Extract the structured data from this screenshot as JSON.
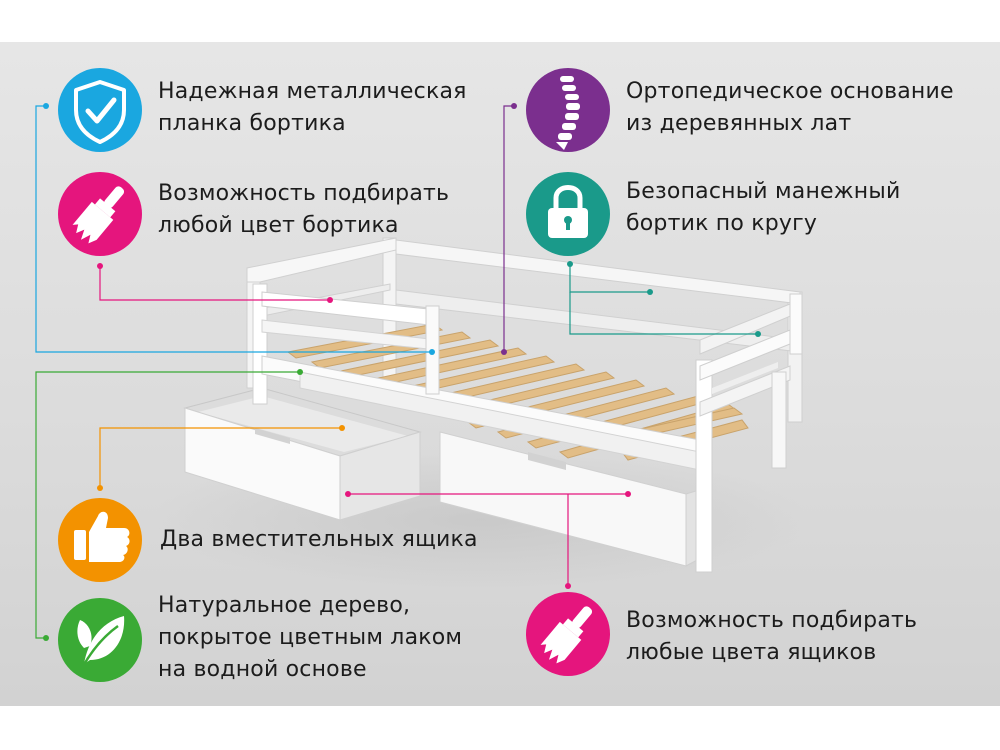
{
  "features": {
    "rail": {
      "lines": [
        "Надежная металлическая",
        "планка бортика"
      ],
      "icon": "shield-check-icon",
      "color": "#1aa7e0"
    },
    "rail_color": {
      "lines": [
        "Возможность подбирать",
        "любой цвет бортика"
      ],
      "icon": "paint-brush-icon",
      "color": "#e5157d"
    },
    "orthopedic": {
      "lines": [
        "Ортопедическое основание",
        "из деревянных лат"
      ],
      "icon": "spine-icon",
      "color": "#7b2f8e"
    },
    "safety": {
      "lines": [
        "Безопасный манежный",
        "бортик по кругу"
      ],
      "icon": "padlock-icon",
      "color": "#1a9a8a"
    },
    "drawers": {
      "lines": [
        "Два вместительных ящика"
      ],
      "icon": "thumbs-up-icon",
      "color": "#f39200"
    },
    "wood": {
      "lines": [
        "Натуральное дерево,",
        "покрытое цветным лаком",
        "на водной основе"
      ],
      "icon": "leaf-icon",
      "color": "#3aaa35"
    },
    "drawer_color": {
      "lines": [
        "Возможность подбирать",
        "любые цвета ящиков"
      ],
      "icon": "paint-brush-icon",
      "color": "#e5157d"
    }
  }
}
